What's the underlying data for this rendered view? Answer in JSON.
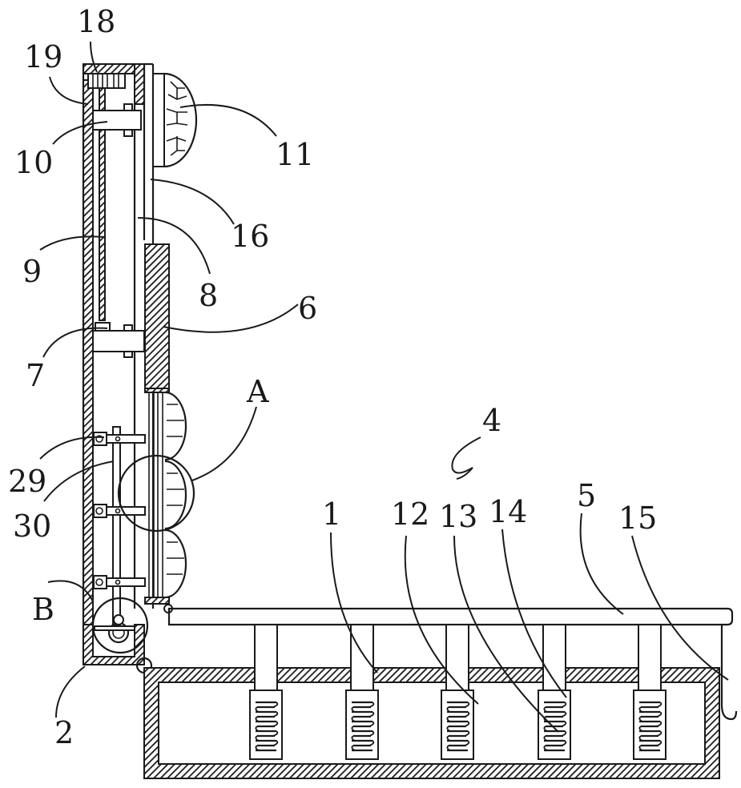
{
  "figure": {
    "type": "patent-cross-section",
    "colors": {
      "ink": "#1a1a1a",
      "paper": "#ffffff"
    },
    "labels": [
      {
        "id": "18",
        "text": "18"
      },
      {
        "id": "19",
        "text": "19"
      },
      {
        "id": "10",
        "text": "10"
      },
      {
        "id": "11",
        "text": "11"
      },
      {
        "id": "16",
        "text": "16"
      },
      {
        "id": "9",
        "text": "9"
      },
      {
        "id": "8",
        "text": "8"
      },
      {
        "id": "6",
        "text": "6"
      },
      {
        "id": "7",
        "text": "7"
      },
      {
        "id": "A",
        "text": "A"
      },
      {
        "id": "4",
        "text": "4"
      },
      {
        "id": "29",
        "text": "29"
      },
      {
        "id": "30",
        "text": "30"
      },
      {
        "id": "1",
        "text": "1"
      },
      {
        "id": "12",
        "text": "12"
      },
      {
        "id": "13",
        "text": "13"
      },
      {
        "id": "14",
        "text": "14"
      },
      {
        "id": "5",
        "text": "5"
      },
      {
        "id": "15",
        "text": "15"
      },
      {
        "id": "B",
        "text": "B"
      },
      {
        "id": "2",
        "text": "2"
      }
    ],
    "spring_units": 5,
    "detail_callouts": [
      "A",
      "B"
    ]
  }
}
